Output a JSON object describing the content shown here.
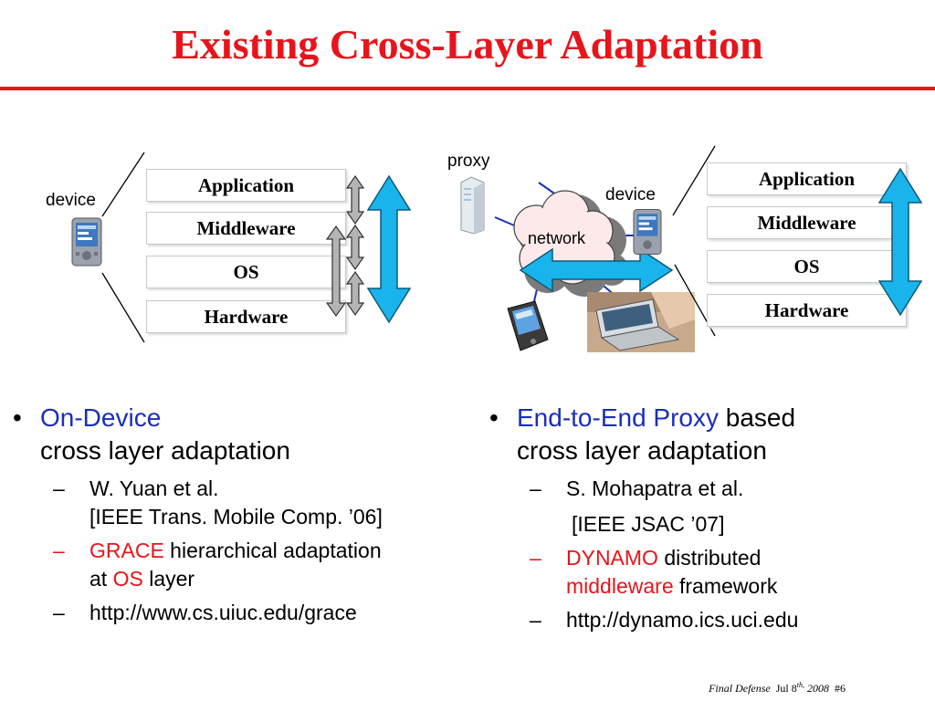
{
  "title": "Existing Cross-Layer Adaptation",
  "left_diagram": {
    "device_label": "device",
    "layers": [
      "Application",
      "Middleware",
      "OS",
      "Hardware"
    ]
  },
  "right_diagram": {
    "proxy_label": "proxy",
    "network_label": "network",
    "device_label": "device",
    "layers": [
      "Application",
      "Middleware",
      "OS",
      "Hardware"
    ]
  },
  "left_bullets": {
    "heading_highlight": "On-Device",
    "heading_rest": "cross layer adaptation",
    "sub1_line1": "W. Yuan et al.",
    "sub1_line2": "[IEEE Trans. Mobile Comp. ’06]",
    "sub2_red1": "GRACE",
    "sub2_text1": " hierarchical adaptation",
    "sub2_text2": "at ",
    "sub2_red2": "OS",
    "sub2_text3": " layer",
    "sub3": "http://www.cs.uiuc.edu/grace"
  },
  "right_bullets": {
    "heading_highlight": "End-to-End Proxy",
    "heading_tail": " based",
    "heading_rest": "cross layer adaptation",
    "sub1_line1": "S. Mohapatra et al.",
    "sub1_line2": "[IEEE JSAC ’07]",
    "sub2_red1": "DYNAMO",
    "sub2_text1": " distributed",
    "sub2_red2": "middleware",
    "sub2_text2": " framework",
    "sub3": "http://dynamo.ics.uci.edu"
  },
  "footer": {
    "italic": "Final Defense",
    "date_prefix": "Jul 8",
    "date_sup": "th,",
    "date_suffix": " 2008",
    "page": "#6"
  },
  "colors": {
    "title": "#e8141c",
    "highlight_blue": "#1a2fb8",
    "highlight_red": "#e8141c",
    "arrow_cyan": "#19b4ec",
    "arrow_gray": "#b4b4b4"
  },
  "icons": [
    "pda-device-icon",
    "proxy-server-icon",
    "network-cloud-icon",
    "pda-client-icon",
    "laptop-client-icon",
    "double-arrow-icon"
  ]
}
